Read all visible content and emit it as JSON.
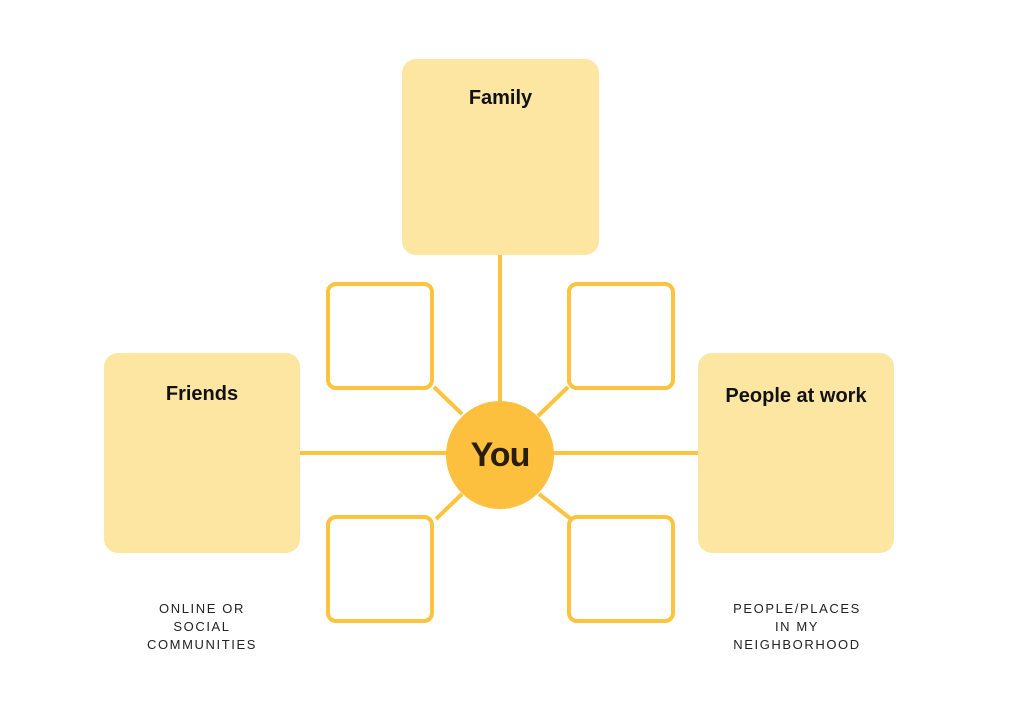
{
  "diagram": {
    "center": {
      "label": "You"
    },
    "family": {
      "label": "Family"
    },
    "friends": {
      "label": "Friends"
    },
    "work": {
      "label": "People at work"
    },
    "caption_left": {
      "lines": [
        "ONLINE OR",
        "SOCIAL",
        "COMMUNITIES"
      ]
    },
    "caption_right": {
      "lines": [
        "PEOPLE/PLACES",
        "IN MY",
        "NEIGHBORHOOD"
      ]
    }
  },
  "colors": {
    "big_box_fill": "#fde6a1",
    "small_box_stroke": "#fcc33e",
    "connector": "#fcc33e",
    "center_fill": "#fcbf3e",
    "text": "#111111"
  }
}
